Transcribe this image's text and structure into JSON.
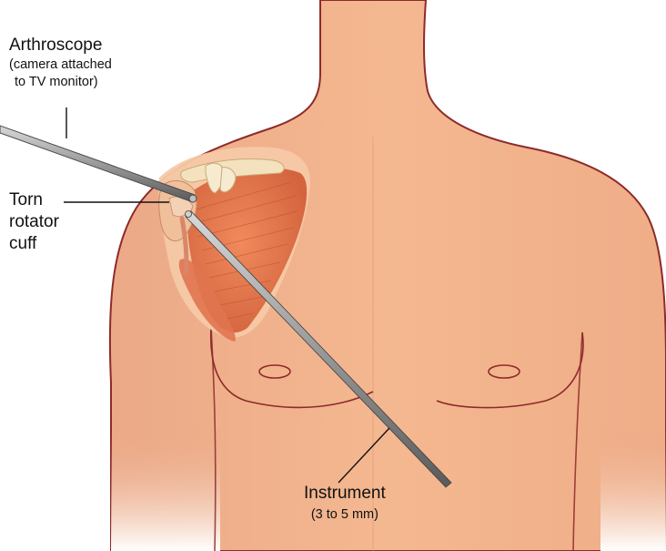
{
  "labels": {
    "arthroscope": {
      "title": "Arthroscope",
      "note_line1": "(camera attached",
      "note_line2": "to TV monitor)"
    },
    "torn_cuff": {
      "line1": "Torn",
      "line2": "rotator",
      "line3": "cuff"
    },
    "instrument": {
      "title": "Instrument",
      "size": "(3 to 5 mm)"
    }
  },
  "colors": {
    "skin": "#f2b48c",
    "skin_outline": "#8e2a2a",
    "muscle": "#e27a52",
    "bone": "#f3e2bd",
    "instrument_metal": "#8e8e8e",
    "leader_line": "#111111"
  },
  "icons": [
    "arthroscope-icon",
    "surgical-instrument-icon"
  ]
}
